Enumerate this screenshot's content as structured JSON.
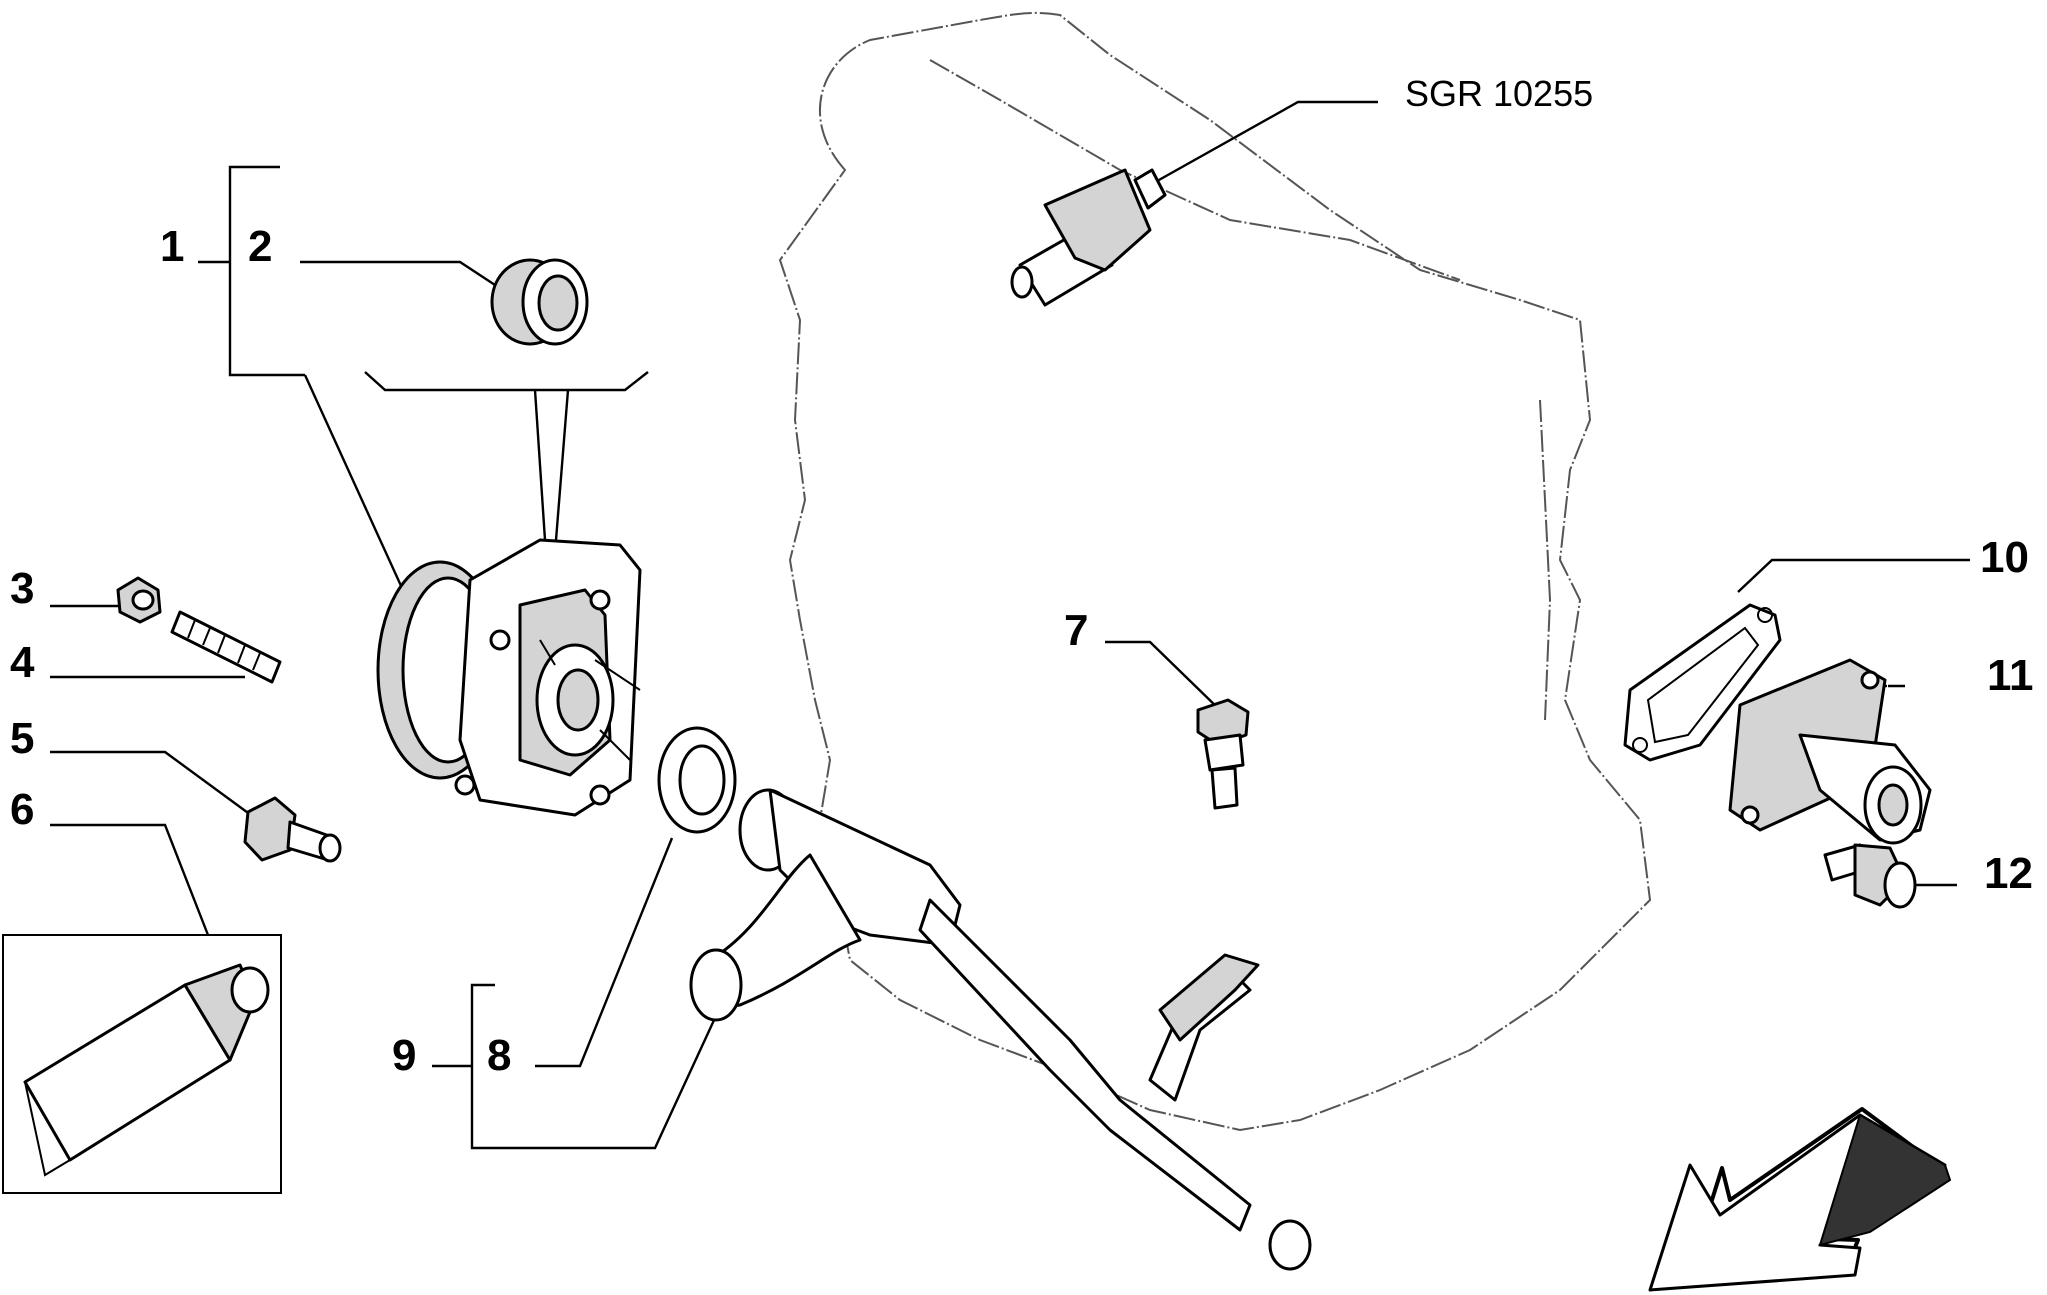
{
  "reference_code": "SGR 10255",
  "callouts": {
    "c1": "1",
    "c2": "2",
    "c3": "3",
    "c4": "4",
    "c5": "5",
    "c6": "6",
    "c7": "7",
    "c8": "8",
    "c9": "9",
    "c10": "10",
    "c11": "11",
    "c12": "12"
  }
}
